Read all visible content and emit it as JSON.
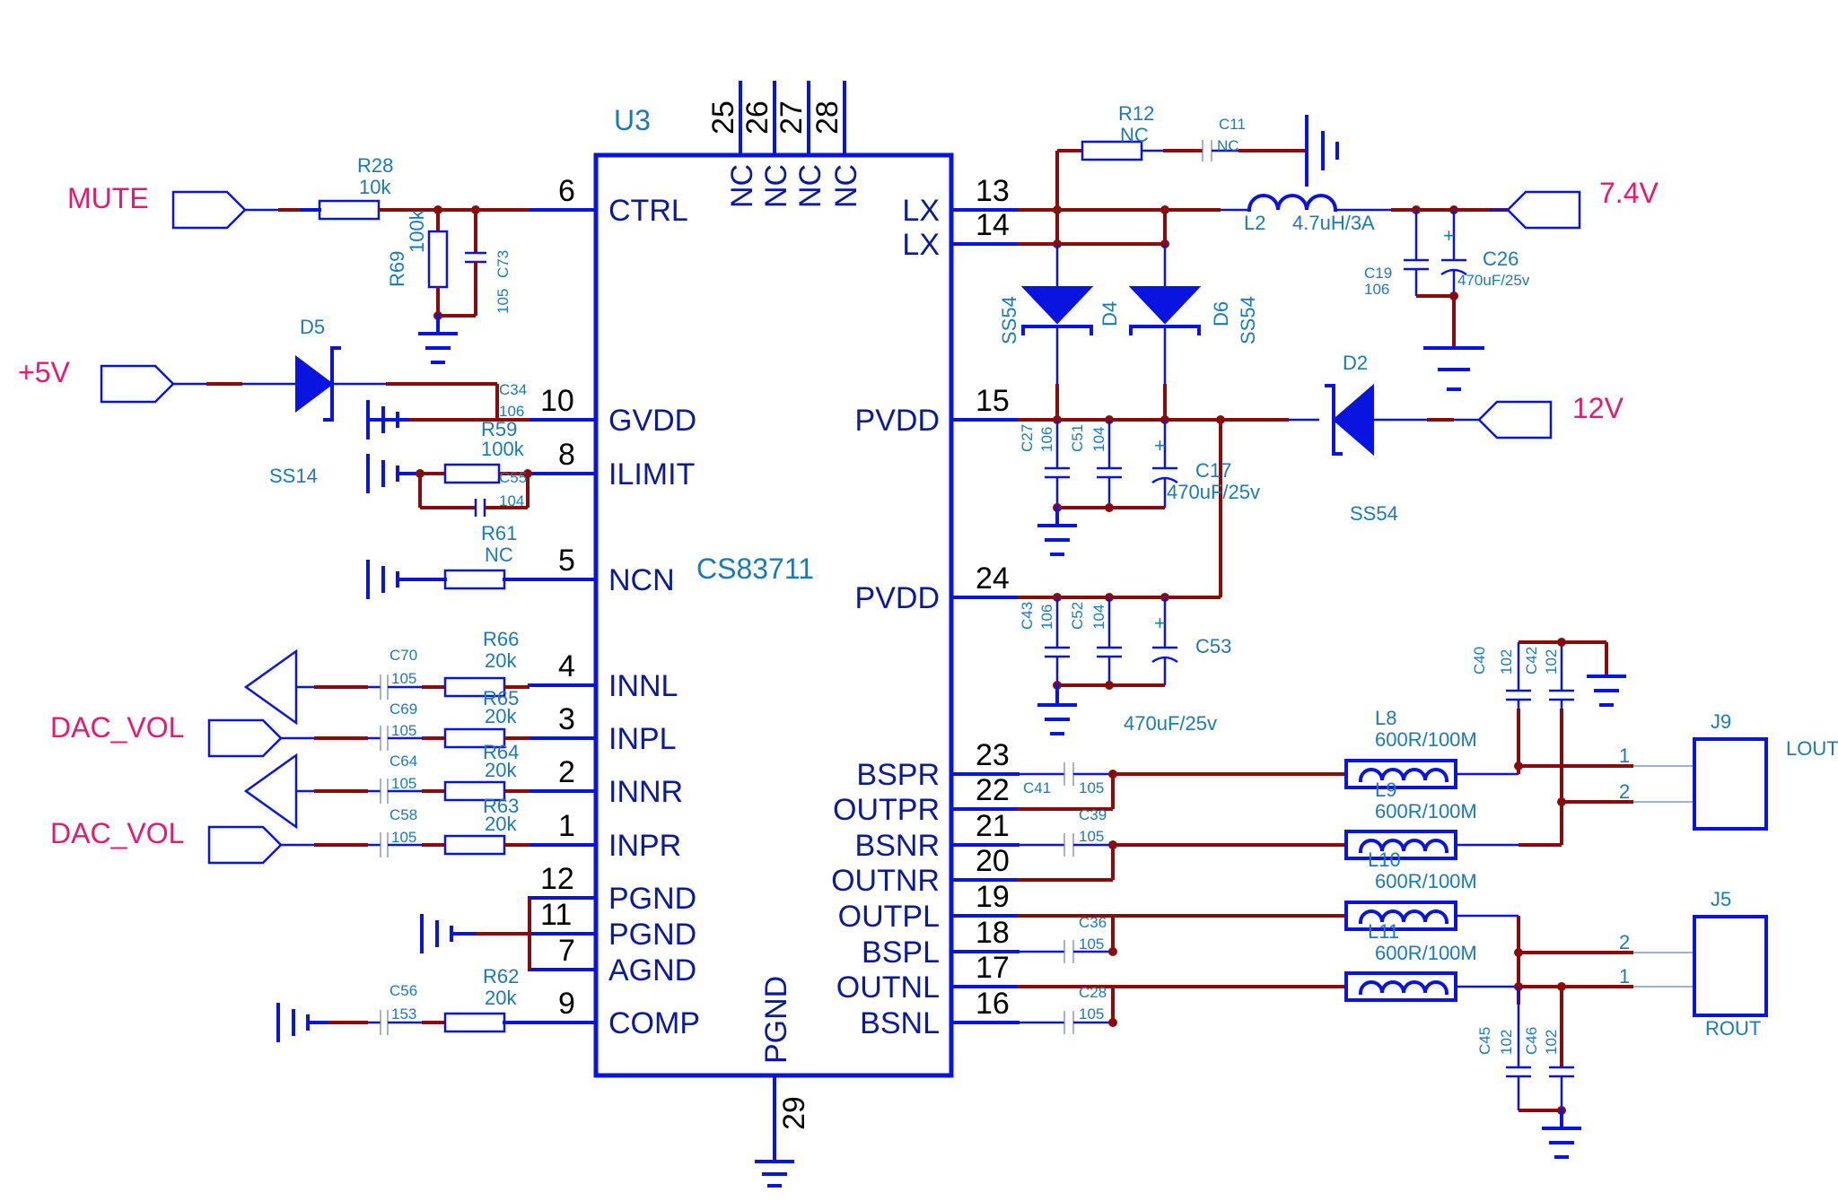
{
  "ic": {
    "ref": "U3",
    "part": "CS83711",
    "left_pins": [
      {
        "num": "6",
        "name": "CTRL"
      },
      {
        "num": "10",
        "name": "GVDD"
      },
      {
        "num": "8",
        "name": "ILIMIT"
      },
      {
        "num": "5",
        "name": "NCN"
      },
      {
        "num": "4",
        "name": "INNL"
      },
      {
        "num": "3",
        "name": "INPL"
      },
      {
        "num": "2",
        "name": "INNR"
      },
      {
        "num": "1",
        "name": "INPR"
      },
      {
        "num": "12",
        "name": "PGND"
      },
      {
        "num": "11",
        "name": "PGND"
      },
      {
        "num": "7",
        "name": "AGND"
      },
      {
        "num": "9",
        "name": "COMP"
      }
    ],
    "right_pins": [
      {
        "num": "13",
        "name": "LX"
      },
      {
        "num": "14",
        "name": "LX"
      },
      {
        "num": "15",
        "name": "PVDD"
      },
      {
        "num": "24",
        "name": "PVDD"
      },
      {
        "num": "23",
        "name": "BSPR"
      },
      {
        "num": "22",
        "name": "OUTPR"
      },
      {
        "num": "21",
        "name": "BSNR"
      },
      {
        "num": "20",
        "name": "OUTNR"
      },
      {
        "num": "19",
        "name": "OUTPL"
      },
      {
        "num": "18",
        "name": "BSPL"
      },
      {
        "num": "17",
        "name": "OUTNL"
      },
      {
        "num": "16",
        "name": "BSNL"
      }
    ],
    "top_pins": [
      {
        "num": "25",
        "name": "NC"
      },
      {
        "num": "26",
        "name": "NC"
      },
      {
        "num": "27",
        "name": "NC"
      },
      {
        "num": "28",
        "name": "NC"
      }
    ],
    "bottom_pin": {
      "num": "29",
      "name": "PGND"
    }
  },
  "nets": {
    "mute": "MUTE",
    "v5": "+5V",
    "dac_vol_1": "DAC_VOL",
    "dac_vol_2": "DAC_VOL",
    "v74": "7.4V",
    "v12": "12V"
  },
  "components": {
    "r28": {
      "ref": "R28",
      "value": "10k"
    },
    "r69": {
      "ref": "R69",
      "value": "100k"
    },
    "c73": {
      "ref": "C73",
      "value": "105"
    },
    "d5": {
      "ref": "D5",
      "value": "SS14"
    },
    "c34": {
      "ref": "C34",
      "value": "106"
    },
    "r59": {
      "ref": "R59",
      "value": "100k"
    },
    "c55": {
      "ref": "C55",
      "value": "104"
    },
    "r61": {
      "ref": "R61",
      "value": "NC"
    },
    "c70": {
      "ref": "C70",
      "value": "105"
    },
    "r66": {
      "ref": "R66",
      "value": "20k"
    },
    "c69": {
      "ref": "C69",
      "value": "105"
    },
    "r65": {
      "ref": "R65",
      "value": "20k"
    },
    "c64": {
      "ref": "C64",
      "value": "105"
    },
    "r64": {
      "ref": "R64",
      "value": "20k"
    },
    "c58": {
      "ref": "C58",
      "value": "105"
    },
    "r63": {
      "ref": "R63",
      "value": "20k"
    },
    "c56": {
      "ref": "C56",
      "value": "153"
    },
    "r62": {
      "ref": "R62",
      "value": "20k"
    },
    "r12": {
      "ref": "R12",
      "value": "NC"
    },
    "c11": {
      "ref": "C11",
      "value": "NC"
    },
    "l2": {
      "ref": "L2",
      "value": "4.7uH/3A"
    },
    "c19": {
      "ref": "C19",
      "value": "106"
    },
    "c26": {
      "ref": "C26",
      "value": "470uF/25v"
    },
    "d4": {
      "ref": "D4",
      "value": "SS54"
    },
    "d6": {
      "ref": "D6",
      "value": "SS54"
    },
    "d2": {
      "ref": "D2",
      "value": "SS54"
    },
    "c27": {
      "ref": "C27",
      "value": "106"
    },
    "c51": {
      "ref": "C51",
      "value": "104"
    },
    "c17": {
      "ref": "C17",
      "value": "470uF/25v"
    },
    "c43": {
      "ref": "C43",
      "value": "106"
    },
    "c52": {
      "ref": "C52",
      "value": "104"
    },
    "c53": {
      "ref": "C53",
      "value": "470uF/25v"
    },
    "c41": {
      "ref": "C41",
      "value": "105"
    },
    "c39": {
      "ref": "C39",
      "value": "105"
    },
    "c36": {
      "ref": "C36",
      "value": "105"
    },
    "c28": {
      "ref": "C28",
      "value": "105"
    },
    "l8": {
      "ref": "L8",
      "value": "600R/100M"
    },
    "l9": {
      "ref": "L9",
      "value": "600R/100M"
    },
    "l10": {
      "ref": "L10",
      "value": "600R/100M"
    },
    "l11": {
      "ref": "L11",
      "value": "600R/100M"
    },
    "c40": {
      "ref": "C40",
      "value": "102"
    },
    "c42": {
      "ref": "C42",
      "value": "102"
    },
    "c45": {
      "ref": "C45",
      "value": "102"
    },
    "c46": {
      "ref": "C46",
      "value": "102"
    },
    "j9": {
      "ref": "J9",
      "label": "LOUT",
      "pin1": "1",
      "pin2": "2"
    },
    "j5": {
      "ref": "J5",
      "label": "ROUT",
      "pin1": "1",
      "pin2": "2"
    }
  },
  "colors": {
    "wire": "#0a14e0",
    "junction": "#8b0a0a",
    "label": "#1a7ab8",
    "net": "#e8186e",
    "pin_text": "#000000"
  }
}
